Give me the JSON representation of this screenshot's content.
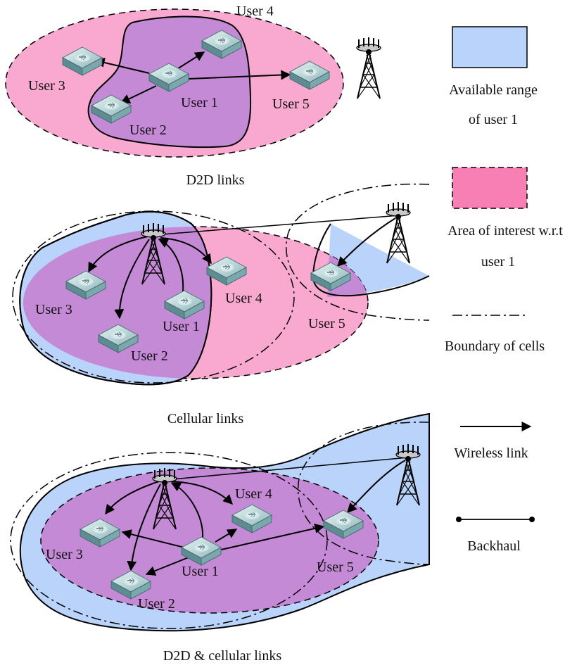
{
  "panels": {
    "d2d": {
      "caption": "D2D links",
      "users": [
        "User 1",
        "User 2",
        "User 3",
        "User 4",
        "User 5"
      ]
    },
    "cellular": {
      "caption": "Cellular links",
      "users": [
        "User 1",
        "User 2",
        "User 3",
        "User 4",
        "User 5"
      ]
    },
    "combined": {
      "caption": "D2D & cellular links",
      "users": [
        "User 1",
        "User 2",
        "User 3",
        "User 4",
        "User 5"
      ]
    }
  },
  "legend": {
    "available_range": [
      "Available range",
      "of user 1"
    ],
    "area_of_interest": [
      "Area of interest w.r.t",
      "user 1"
    ],
    "boundary": "Boundary of cells",
    "wireless": "Wireless link",
    "backhaul": "Backhaul"
  },
  "colors": {
    "available_range": "#b9d3fa",
    "area_of_interest": "#f9a8cf",
    "overlap": "#c58ad6",
    "legend_pink": "#f77fb3"
  },
  "icons": [
    "router-icon",
    "cell-tower-icon"
  ]
}
